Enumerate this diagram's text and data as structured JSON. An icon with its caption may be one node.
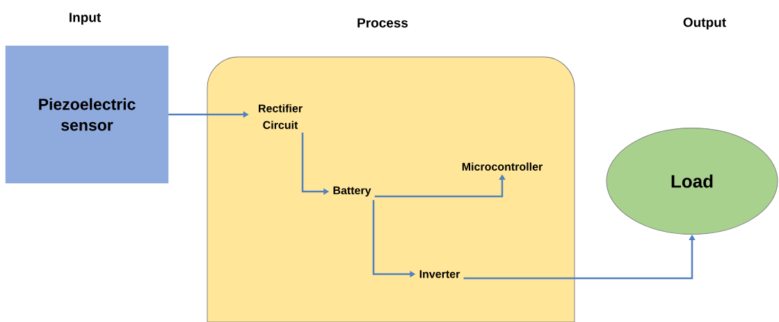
{
  "diagram": {
    "nodes": [
      {
        "text": [
          "Input",
          "Piezoelectric sensor"
        ]
      },
      {
        "text": [
          "Process"
        ]
      },
      {
        "text": [
          "Rectifier Circuit"
        ],
        "in": 1
      },
      {
        "text": [
          "Battery"
        ],
        "in": 1
      },
      {
        "text": [
          "Microcontroller"
        ],
        "in": 1
      },
      {
        "text": [
          "Inverter"
        ],
        "in": 1
      },
      {
        "text": [
          "Load"
        ]
      }
    ],
    "labels": [
      "Output"
    ],
    "edges": [
      {
        "from": 0,
        "to": 2,
        "arrow": "to"
      },
      {
        "from": 2,
        "to": 3,
        "arrow": "to"
      },
      {
        "from": 3,
        "to": 4,
        "arrow": "to"
      },
      {
        "from": 3,
        "to": 5,
        "arrow": "to"
      },
      {
        "from": 5,
        "to": 6,
        "arrow": "to"
      }
    ]
  }
}
